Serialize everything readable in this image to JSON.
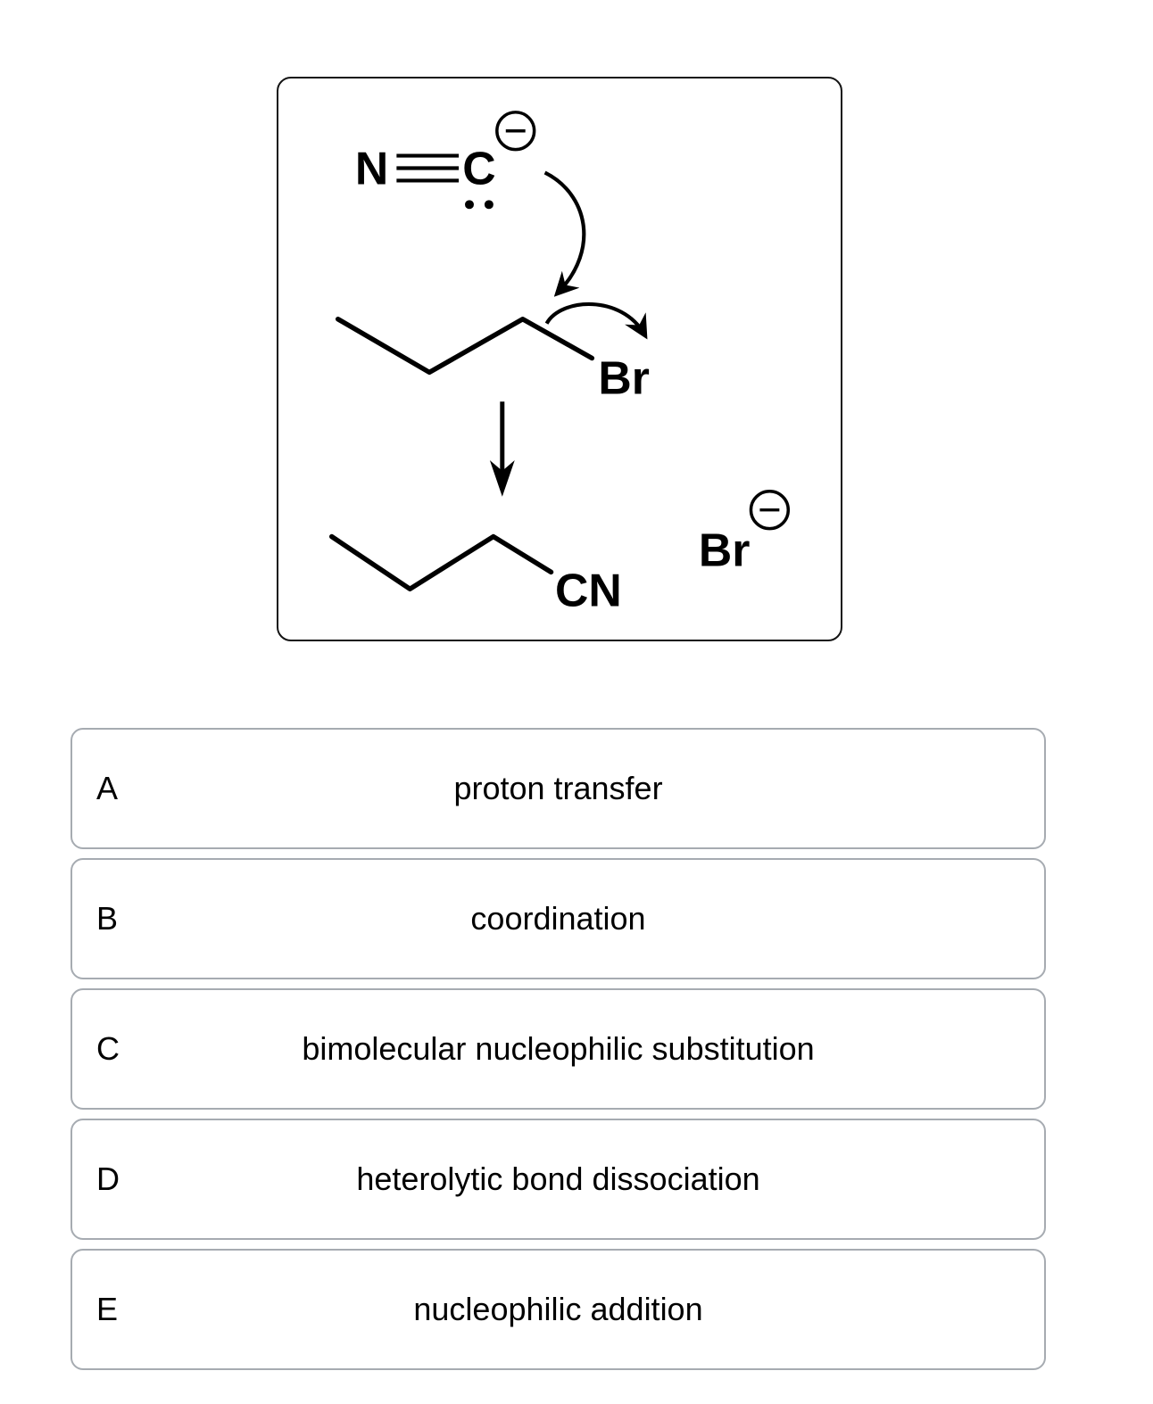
{
  "question": {
    "diagram": {
      "nucleophile": {
        "n_label": "N",
        "c_label": "C",
        "charge_symbol": "−"
      },
      "substrate": {
        "halide_label": "Br"
      },
      "products": {
        "nitrile_label": "CN",
        "bromide_label": "Br",
        "charge_symbol": "−"
      }
    }
  },
  "options": [
    {
      "letter": "A",
      "text": "proton transfer"
    },
    {
      "letter": "B",
      "text": "coordination"
    },
    {
      "letter": "C",
      "text": "bimolecular nucleophilic substitution"
    },
    {
      "letter": "D",
      "text": "heterolytic bond dissociation"
    },
    {
      "letter": "E",
      "text": "nucleophilic addition"
    }
  ],
  "colors": {
    "ink": "#000000",
    "diagram_border": "#141414",
    "card_border": "#a6abb1",
    "background": "#ffffff"
  }
}
